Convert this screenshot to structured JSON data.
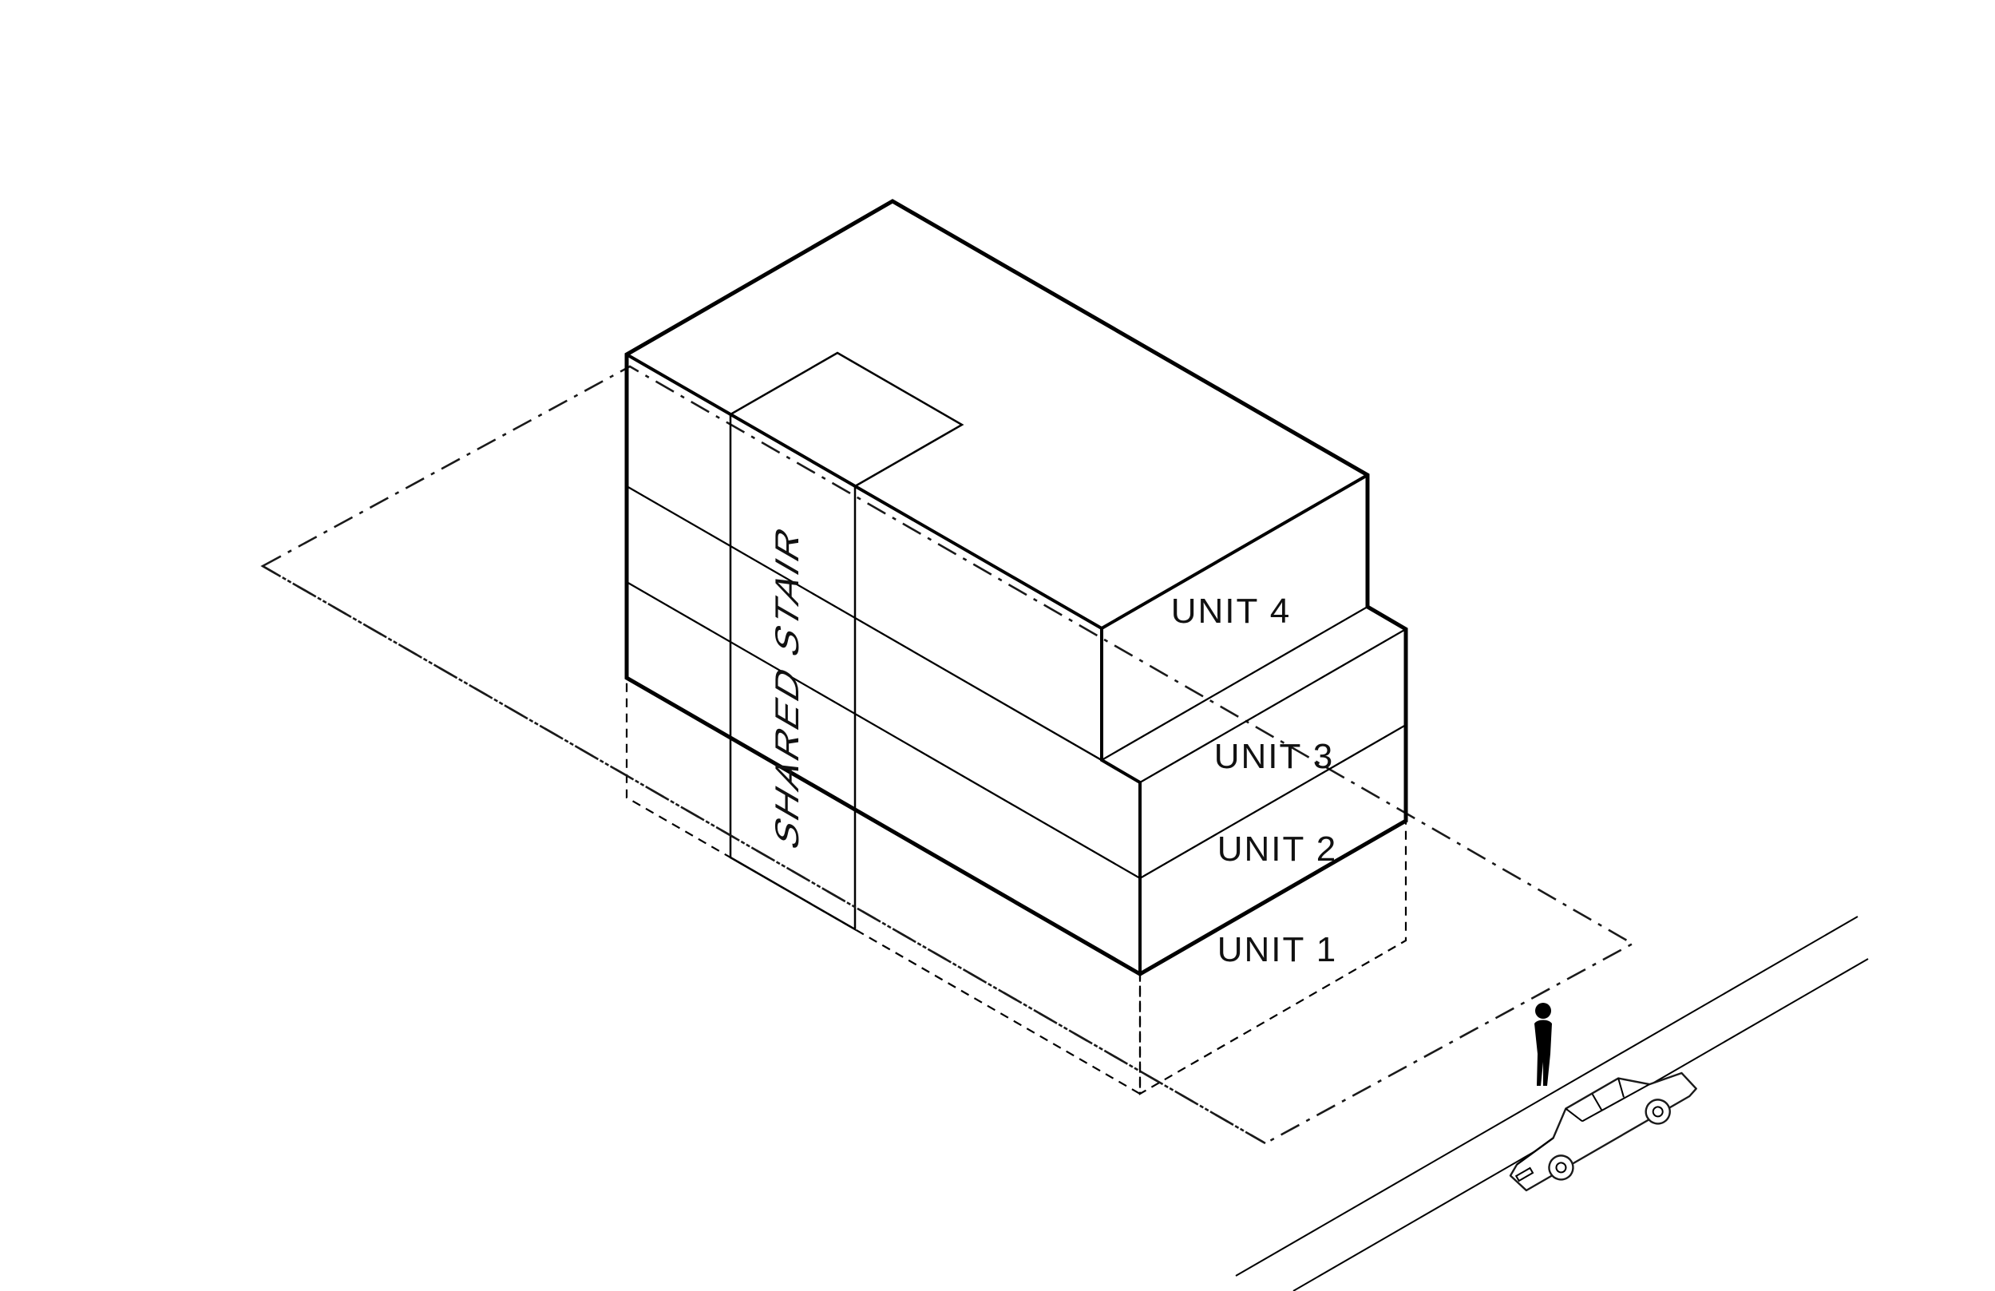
{
  "units": [
    {
      "label": "UNIT 1"
    },
    {
      "label": "UNIT 2"
    },
    {
      "label": "UNIT 3"
    },
    {
      "label": "UNIT 4"
    }
  ],
  "stair": {
    "label": "SHARED STAIR"
  },
  "colors": {
    "unit1": "#F8A137",
    "unit2": "#F9AD25",
    "unit3": "#FFD42B",
    "unit4": "#F5CB8C",
    "roof": "#F7D59C",
    "ledge": "#FFDE5C",
    "stair": "#FFFFFF",
    "outline": "#000000",
    "lot_line": "#1A1A1A"
  }
}
